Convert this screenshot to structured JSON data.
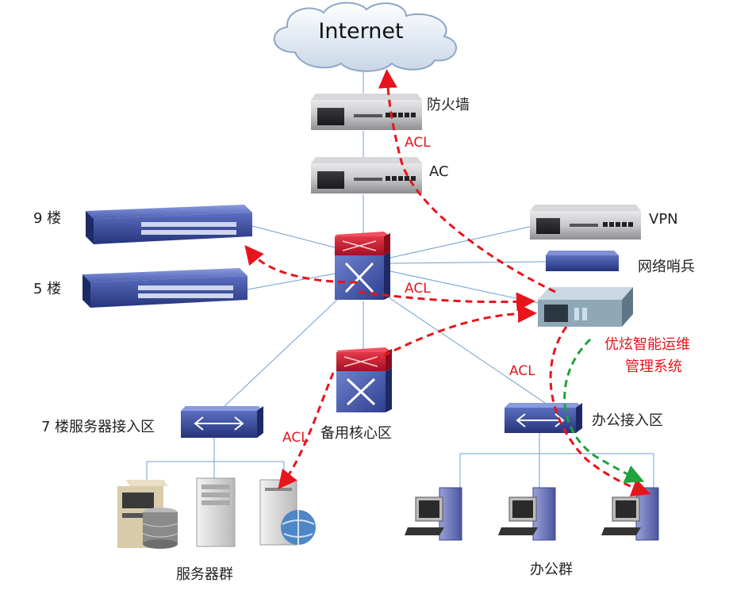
{
  "title": "优炫智能运维管理系统 网络拓扑",
  "colors": {
    "link_line": "#6f9fd0",
    "acl_path": "#e8141c",
    "mgmt_path": "#1fa33c",
    "highlight_text": "#e8141c",
    "switch_blue": "#2f3f8f",
    "core_red": "#c8102e"
  },
  "nodes": {
    "internet": {
      "label": "Internet",
      "icon": "cloud-icon"
    },
    "firewall": {
      "label": "防火墙",
      "icon": "appliance-icon"
    },
    "ac": {
      "label": "AC",
      "icon": "appliance-icon"
    },
    "floor9": {
      "label": "9 楼",
      "icon": "access-switch-icon"
    },
    "floor5": {
      "label": "5 楼",
      "icon": "access-switch-icon"
    },
    "core": {
      "label": "",
      "icon": "core-switch-icon"
    },
    "vpn": {
      "label": "VPN",
      "icon": "appliance-icon"
    },
    "sentinel": {
      "label": "网络哨兵",
      "icon": "probe-icon"
    },
    "ops_system": {
      "label_line1": "优炫智能运维",
      "label_line2": "管理系统",
      "icon": "server-appliance-icon"
    },
    "backup_core": {
      "label": "备用核心区",
      "icon": "core-switch-icon"
    },
    "server_access": {
      "label": "7 楼服务器接入区",
      "icon": "router-icon"
    },
    "office_access": {
      "label": "办公接入区",
      "icon": "router-icon"
    },
    "server_group": {
      "label": "服务器群",
      "icon": "server-group-icon"
    },
    "office_group": {
      "label": "办公群",
      "icon": "workstation-group-icon"
    }
  },
  "acl_labels": [
    "ACL",
    "ACL",
    "ACL",
    "ACL"
  ]
}
